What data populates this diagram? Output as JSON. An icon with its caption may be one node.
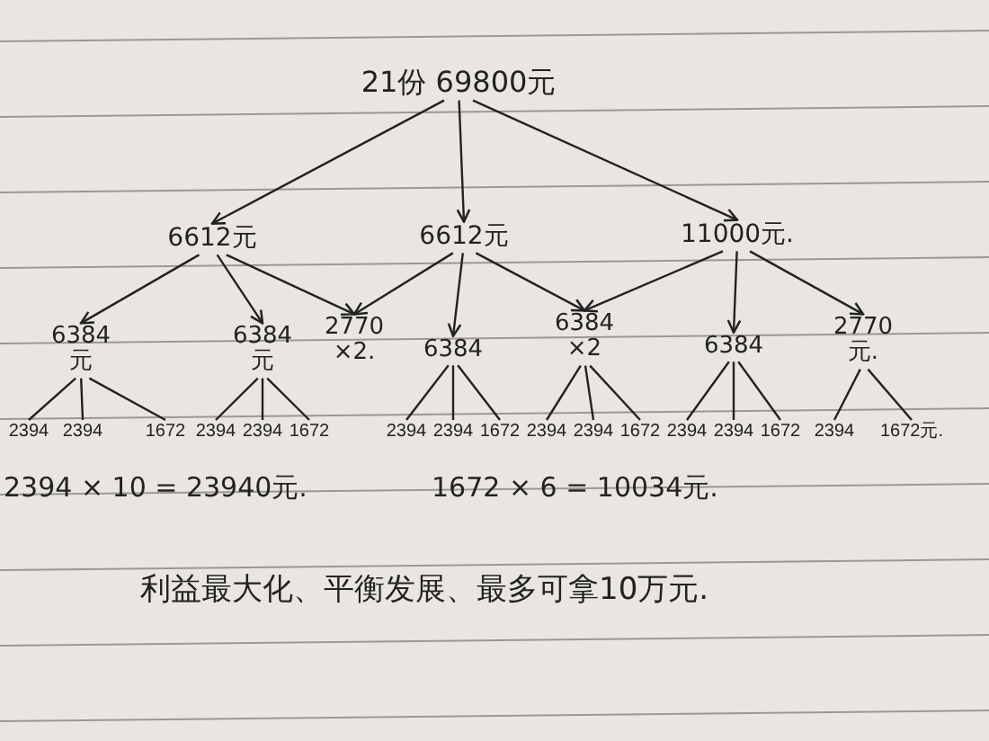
{
  "diagram": {
    "nodes": [
      {
        "text": [
          "21份 69800元"
        ]
      },
      {
        "text": [
          "6612元"
        ]
      },
      {
        "text": [
          "6612元"
        ]
      },
      {
        "text": [
          "11000元."
        ]
      },
      {
        "text": [
          "6384元"
        ]
      },
      {
        "text": [
          "6384元"
        ]
      },
      {
        "text": [
          "2770 ×2."
        ]
      },
      {
        "text": [
          "6384"
        ]
      },
      {
        "text": [
          "6384 ×2"
        ]
      },
      {
        "text": [
          "6384"
        ]
      },
      {
        "text": [
          "2770元."
        ]
      },
      {
        "text": [
          "2394"
        ]
      },
      {
        "text": [
          "2394"
        ]
      },
      {
        "text": [
          "1672"
        ]
      },
      {
        "text": [
          "2394"
        ]
      },
      {
        "text": [
          "2394"
        ]
      },
      {
        "text": [
          "1672"
        ]
      },
      {
        "text": [
          "2394"
        ]
      },
      {
        "text": [
          "2394"
        ]
      },
      {
        "text": [
          "1672"
        ]
      },
      {
        "text": [
          "2394"
        ]
      },
      {
        "text": [
          "2394"
        ]
      },
      {
        "text": [
          "1672"
        ]
      },
      {
        "text": [
          "2394"
        ]
      },
      {
        "text": [
          "2394"
        ]
      },
      {
        "text": [
          "1672"
        ]
      },
      {
        "text": [
          "2394"
        ]
      },
      {
        "text": [
          "1672元."
        ]
      }
    ],
    "edges": [
      {
        "from": 0,
        "to": 1,
        "arrow": "to"
      },
      {
        "from": 0,
        "to": 2,
        "arrow": "to"
      },
      {
        "from": 0,
        "to": 3,
        "arrow": "to"
      },
      {
        "from": 1,
        "to": 4,
        "arrow": "to"
      },
      {
        "from": 1,
        "to": 5,
        "arrow": "to"
      },
      {
        "from": 1,
        "to": 6,
        "arrow": "to"
      },
      {
        "from": 2,
        "to": 6,
        "arrow": "to"
      },
      {
        "from": 2,
        "to": 7,
        "arrow": "to"
      },
      {
        "from": 2,
        "to": 8,
        "arrow": "to"
      },
      {
        "from": 3,
        "to": 8,
        "arrow": "to"
      },
      {
        "from": 3,
        "to": 9,
        "arrow": "to"
      },
      {
        "from": 3,
        "to": 10,
        "arrow": "to"
      },
      {
        "from": 4,
        "to": 11,
        "arrow": "none"
      },
      {
        "from": 4,
        "to": 12,
        "arrow": "none"
      },
      {
        "from": 4,
        "to": 13,
        "arrow": "none"
      },
      {
        "from": 5,
        "to": 14,
        "arrow": "none"
      },
      {
        "from": 5,
        "to": 15,
        "arrow": "none"
      },
      {
        "from": 5,
        "to": 16,
        "arrow": "none"
      },
      {
        "from": 7,
        "to": 17,
        "arrow": "none"
      },
      {
        "from": 7,
        "to": 18,
        "arrow": "none"
      },
      {
        "from": 7,
        "to": 19,
        "arrow": "none"
      },
      {
        "from": 8,
        "to": 20,
        "arrow": "none"
      },
      {
        "from": 8,
        "to": 21,
        "arrow": "none"
      },
      {
        "from": 8,
        "to": 22,
        "arrow": "none"
      },
      {
        "from": 9,
        "to": 23,
        "arrow": "none"
      },
      {
        "from": 9,
        "to": 24,
        "arrow": "none"
      },
      {
        "from": 9,
        "to": 25,
        "arrow": "none"
      },
      {
        "from": 10,
        "to": 26,
        "arrow": "none"
      },
      {
        "from": 10,
        "to": 27,
        "arrow": "none"
      }
    ],
    "labels": [
      "2394 × 10 = 23940元.",
      "1672 × 6 = 10034元.",
      "利益最大化、平衡发展、最多可拿10万元."
    ]
  }
}
